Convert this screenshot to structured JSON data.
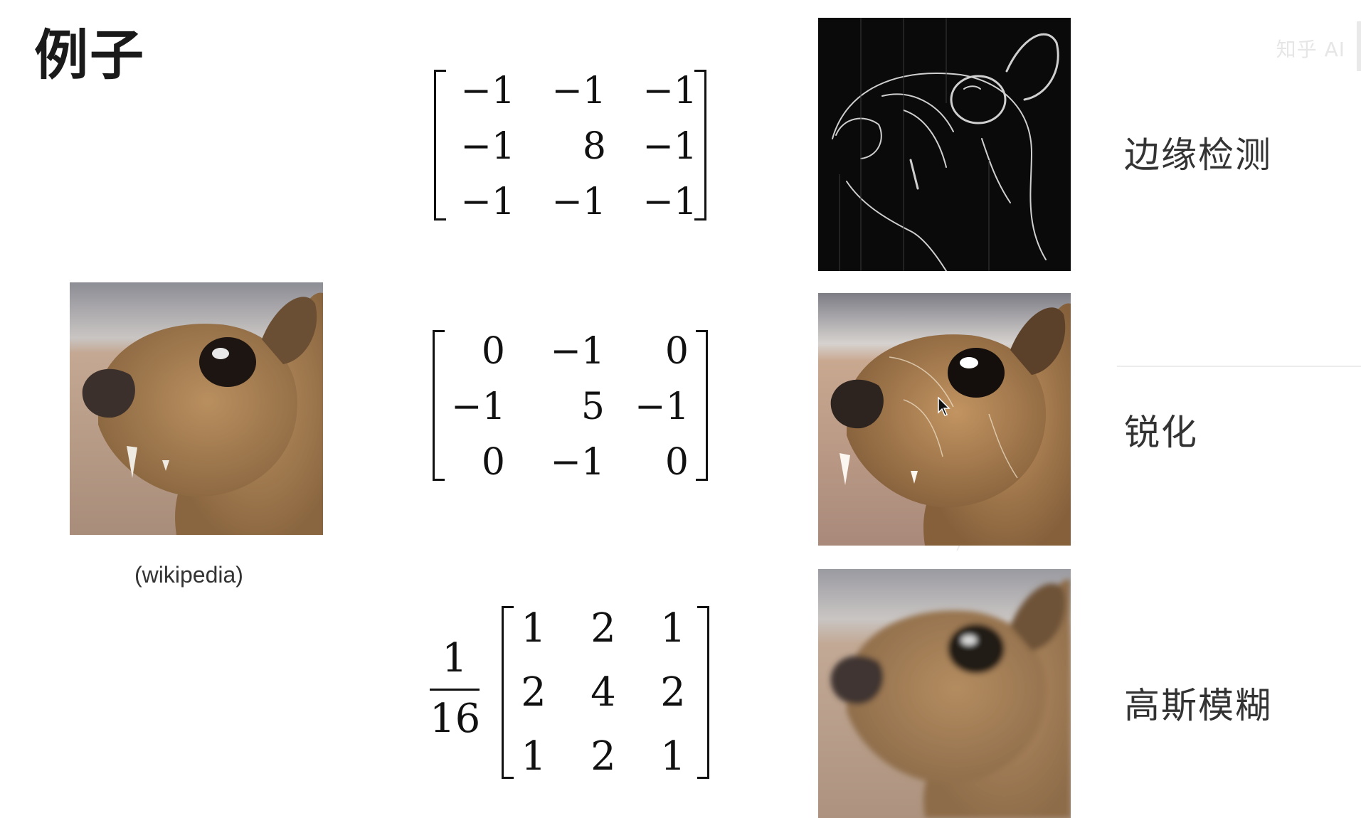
{
  "slide": {
    "title": "例子",
    "watermark": "知乎 AI"
  },
  "source_image": {
    "caption": "(wikipedia)"
  },
  "kernels": [
    {
      "label": "边缘检测",
      "rows": [
        [
          "−1",
          "−1",
          "−1"
        ],
        [
          "−1",
          "8",
          "−1"
        ],
        [
          "−1",
          "−1",
          "−1"
        ]
      ]
    },
    {
      "label": "锐化",
      "rows": [
        [
          "0",
          "−1",
          "0"
        ],
        [
          "−1",
          "5",
          "−1"
        ],
        [
          "0",
          "−1",
          "0"
        ]
      ]
    },
    {
      "label": "高斯模糊",
      "scale_numerator": "1",
      "scale_denominator": "16",
      "rows": [
        [
          "1",
          "2",
          "1"
        ],
        [
          "2",
          "4",
          "2"
        ],
        [
          "1",
          "2",
          "1"
        ]
      ]
    }
  ],
  "colors": {
    "fur": "#a07a4f",
    "background_wall": "#b39a86",
    "edge_background": "#0a0a0a"
  }
}
